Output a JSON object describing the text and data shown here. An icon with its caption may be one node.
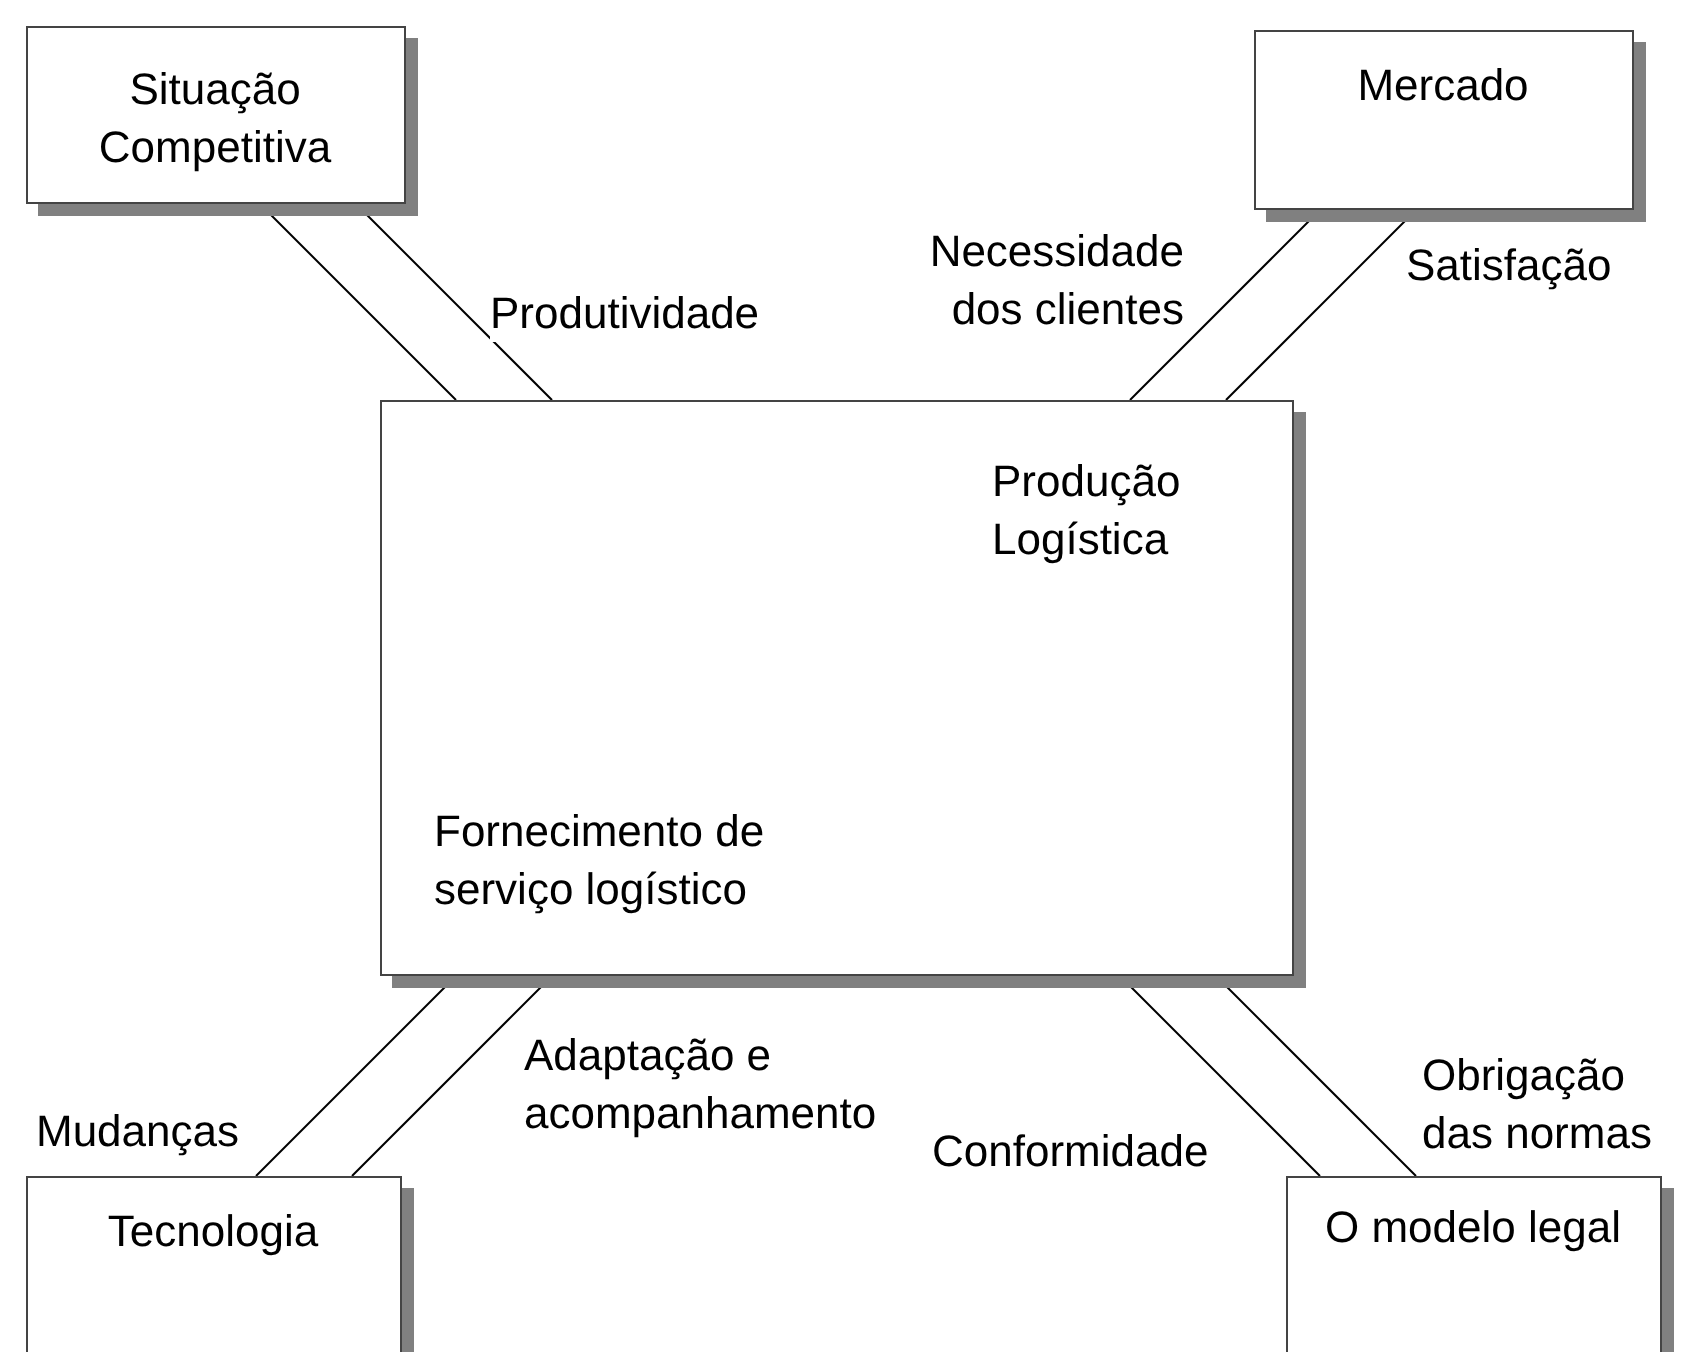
{
  "diagram": {
    "nodes": [
      {
        "text": [
          "Situação Competitiva"
        ]
      },
      {
        "text": [
          "Mercado"
        ]
      },
      {
        "text": [
          "Produção Logística",
          "Fornecimento de serviço logístico"
        ]
      },
      {
        "text": [
          "Tecnologia"
        ]
      },
      {
        "text": [
          "O modelo legal"
        ]
      }
    ],
    "edges": [
      {
        "from": 0,
        "to": 2,
        "arrow": "none"
      },
      {
        "from": 0,
        "to": 2,
        "arrow": "none",
        "label": "Produtividade"
      },
      {
        "from": 1,
        "to": 2,
        "arrow": "none",
        "label": "Necessidade dos clientes"
      },
      {
        "from": 1,
        "to": 2,
        "arrow": "none",
        "label": "Satisfação"
      },
      {
        "from": 2,
        "to": 3,
        "arrow": "none",
        "label": "Mudanças"
      },
      {
        "from": 2,
        "to": 3,
        "arrow": "none",
        "label": "Adaptação e acompanhamento"
      },
      {
        "from": 2,
        "to": 4,
        "arrow": "none",
        "label": "Conformidade"
      },
      {
        "from": 2,
        "to": 4,
        "arrow": "none",
        "label": "Obrigação das normas"
      }
    ]
  }
}
